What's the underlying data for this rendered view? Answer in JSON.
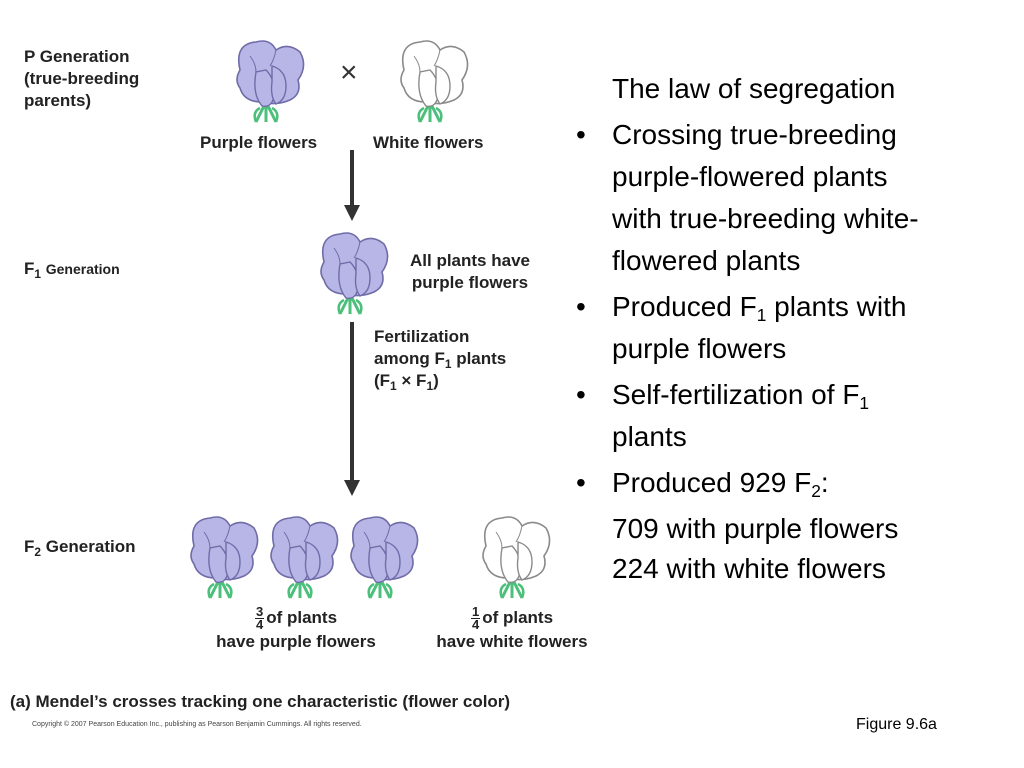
{
  "diagram": {
    "p_generation": {
      "title": "P Generation",
      "subtitle_line1": "(true-breeding",
      "subtitle_line2": "parents)",
      "cross_symbol": "×",
      "left_label": "Purple flowers",
      "right_label": "White flowers"
    },
    "f1_generation": {
      "title_prefix": "F",
      "title_sub": "1",
      "title_suffix": "Generation",
      "result_line1": "All plants have",
      "result_line2": "purple flowers",
      "fert_line1": "Fertilization",
      "fert_line2_prefix": "among F",
      "fert_line2_sub": "1",
      "fert_line2_suffix": " plants",
      "fert_line3_a": "(F",
      "fert_line3_sub1": "1",
      "fert_line3_times": " × F",
      "fert_line3_sub2": "1",
      "fert_line3_b": ")"
    },
    "f2_generation": {
      "title_prefix": "F",
      "title_sub": "2",
      "title_suffix": "Generation",
      "purple_frac_num": "3",
      "purple_frac_den": "4",
      "purple_line1": "of plants",
      "purple_line2": "have purple flowers",
      "white_frac_num": "1",
      "white_frac_den": "4",
      "white_line1": "of plants",
      "white_line2": "have white flowers"
    },
    "caption": "(a) Mendel’s crosses tracking one characteristic (flower color)",
    "copyright": "Copyright © 2007 Pearson Education Inc., publishing as Pearson Benjamin Cummings. All rights reserved."
  },
  "text_panel": {
    "heading": "The law of segregation",
    "bullet_char": "•",
    "b1_line1": "Crossing true-breeding",
    "b1_line2": "purple-flowered plants",
    "b1_line3": "with true-breeding white-",
    "b1_line4": "flowered plants",
    "b2_prefix": "Produced F",
    "b2_sub": "1",
    "b2_suffix": " plants with",
    "b2_line2": "purple flowers",
    "b3_prefix": "Self-fertilization of F",
    "b3_sub": "1",
    "b3_line2": "plants",
    "b4_prefix": "Produced 929 F",
    "b4_sub": "2",
    "b4_suffix": ":",
    "result1": "709 with purple flowers",
    "result2": "224 with white flowers"
  },
  "figure_ref": "Figure 9.6a",
  "colors": {
    "purple_petal": "#b8b6e6",
    "purple_stroke": "#6f6ca8",
    "white_petal": "#ffffff",
    "white_stroke": "#8a8a8a",
    "leaf": "#4cbf7a",
    "arrow": "#333333"
  }
}
